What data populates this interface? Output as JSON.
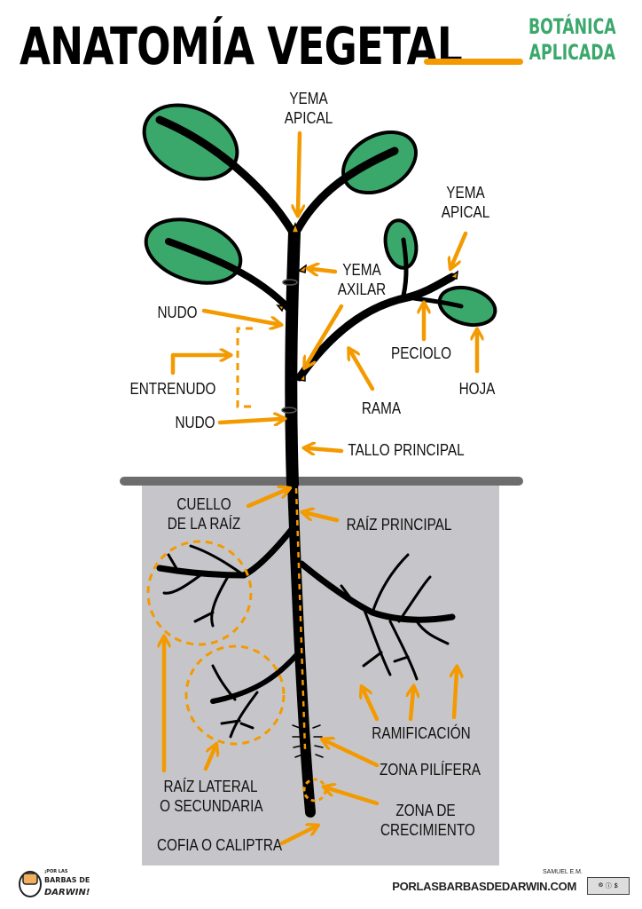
{
  "header": {
    "title": "ANATOMÍA VEGETAL",
    "subtitle_line1": "BOTÁNICA",
    "subtitle_line2": "APLICADA"
  },
  "colors": {
    "accent": "#f39a00",
    "leaf": "#3aa86b",
    "soil": "#c6c6ca",
    "ground_line": "#6d6d6d",
    "plant": "#000000"
  },
  "labels": {
    "yema_apical_top": [
      "YEMA",
      "APICAL"
    ],
    "yema_apical_right": [
      "YEMA",
      "APICAL"
    ],
    "yema_axilar": [
      "YEMA",
      "AXILAR"
    ],
    "nudo_upper": "NUDO",
    "entrenudo": "ENTRENUDO",
    "nudo_lower": "NUDO",
    "peciolo": "PECIOLO",
    "hoja": "HOJA",
    "rama": "RAMA",
    "tallo_principal": "TALLO PRINCIPAL",
    "cuello_raiz": [
      "CUELLO",
      "DE LA RAÍZ"
    ],
    "raiz_principal": "RAÍZ PRINCIPAL",
    "ramificacion": "RAMIFICACIÓN",
    "zona_pilifera": "ZONA PILÍFERA",
    "raiz_lateral": [
      "RAÍZ LATERAL",
      "O SECUNDARIA"
    ],
    "zona_crecimiento": [
      "ZONA DE",
      "CRECIMIENTO"
    ],
    "cofia": "COFIA O CALIPTRA"
  },
  "footer": {
    "logo_text": [
      "¡POR LAS",
      "BARBAS DE",
      "DARWIN!"
    ],
    "author": "SAMUEL E.M.",
    "website": "PORLASBARBASDEDARWIN.COM",
    "license_icons": [
      "cc-icon",
      "by-icon",
      "nc-icon"
    ]
  }
}
